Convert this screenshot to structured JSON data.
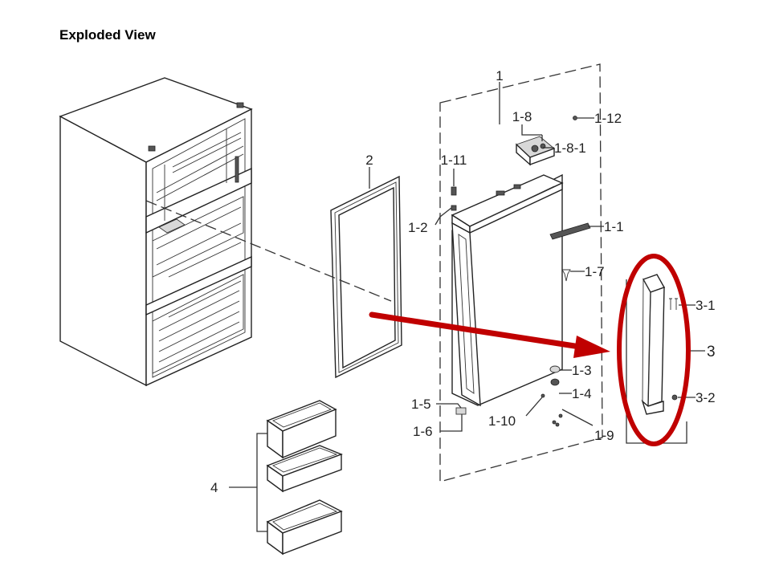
{
  "heading": "Exploded View",
  "labels": {
    "l1": "1",
    "l1_1": "1-1",
    "l1_2": "1-2",
    "l1_3": "1-3",
    "l1_4": "1-4",
    "l1_5": "1-5",
    "l1_6": "1-6",
    "l1_7": "1-7",
    "l1_8": "1-8",
    "l1_8_1": "1-8-1",
    "l1_9": "1-9",
    "l1_10": "1-10",
    "l1_11": "1-11",
    "l1_12": "1-12",
    "l2": "2",
    "l3": "3",
    "l3_1": "3-1",
    "l3_2": "3-2",
    "l4": "4"
  },
  "colors": {
    "highlight": "#c00000",
    "line": "#333333"
  }
}
